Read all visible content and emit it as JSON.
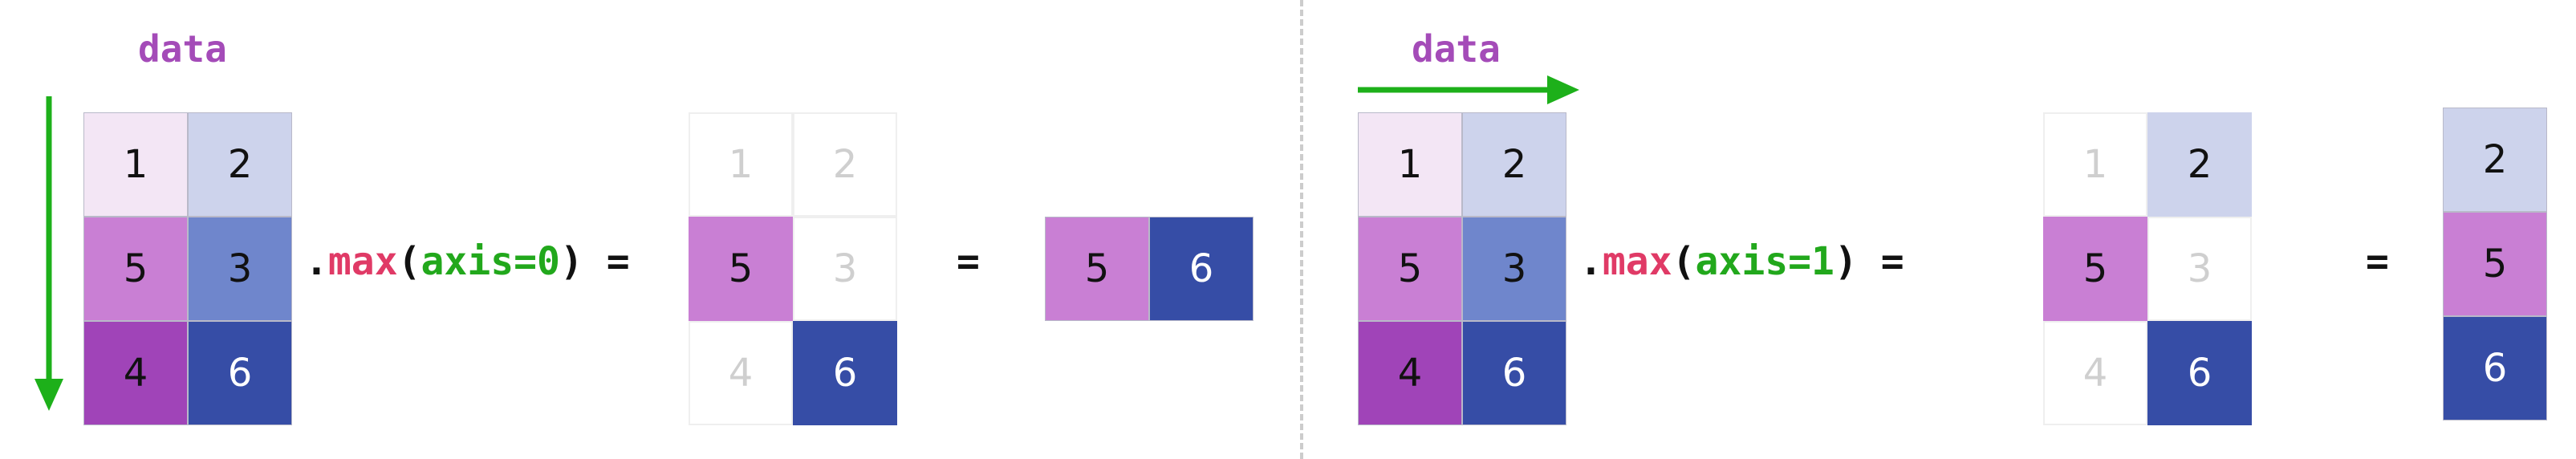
{
  "colors": {
    "c1": "#f3e6f5",
    "c2": "#cdd3ec",
    "c3": "#6f86cc",
    "c4": "#a044b8",
    "c5": "#c97fd4",
    "c6": "#364da6",
    "arrow": "#1db01a",
    "label": "#a44bb8",
    "fn": "#e03a66",
    "arg": "#22a81c"
  },
  "left": {
    "label": "data",
    "source": [
      "1",
      "2",
      "5",
      "3",
      "4",
      "6"
    ],
    "expr": {
      "prefix": ".",
      "fn": "max",
      "open": "(",
      "arg": "axis=0",
      "close": ")",
      "eq": "="
    },
    "mask": [
      "1",
      "2",
      "5",
      "3",
      "4",
      "6"
    ],
    "eq2": "=",
    "result": [
      "5",
      "6"
    ]
  },
  "right": {
    "label": "data",
    "source": [
      "1",
      "2",
      "5",
      "3",
      "4",
      "6"
    ],
    "expr": {
      "prefix": ".",
      "fn": "max",
      "open": "(",
      "arg": "axis=1",
      "close": ")",
      "eq": "="
    },
    "mask": [
      "1",
      "2",
      "5",
      "3",
      "4",
      "6"
    ],
    "eq2": "=",
    "result": [
      "2",
      "5",
      "6"
    ]
  }
}
